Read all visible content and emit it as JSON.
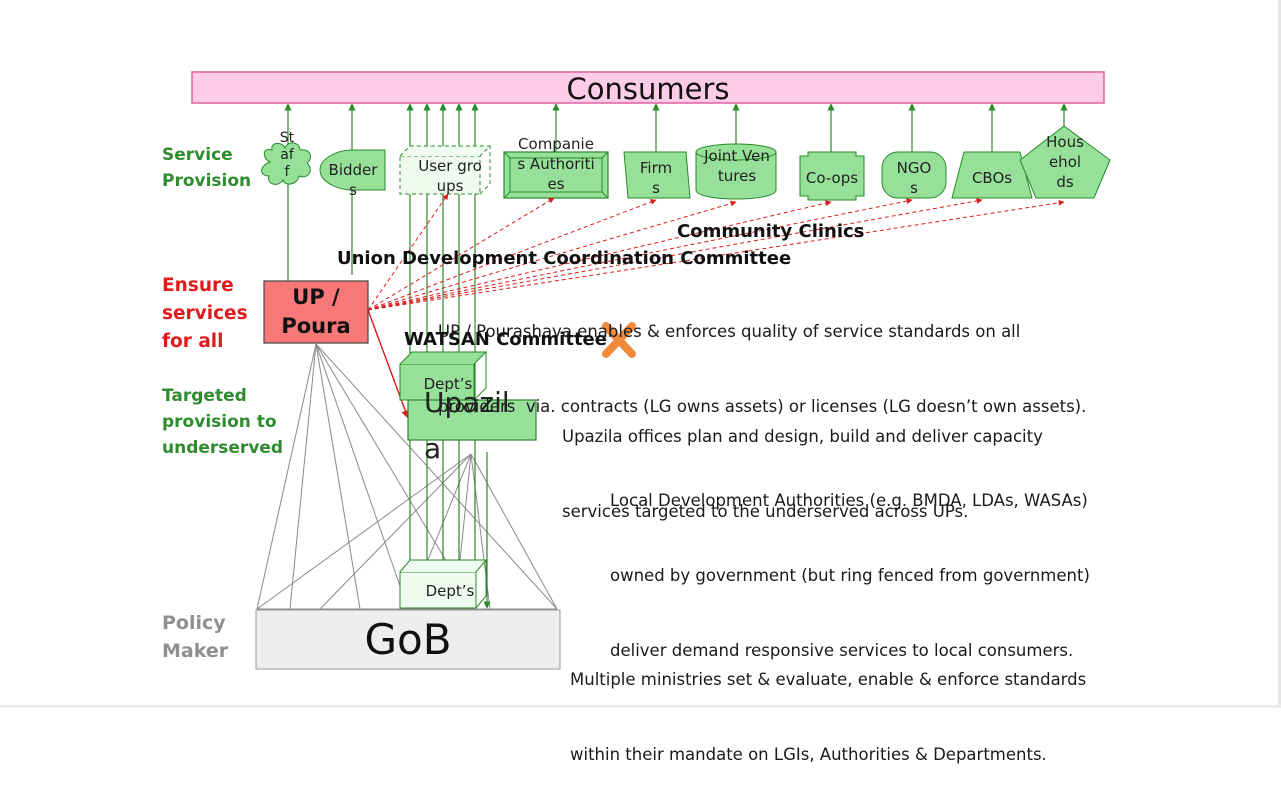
{
  "consumers": "Consumers",
  "service_labels": {
    "staff": "Staff",
    "bidders": "Bidders",
    "user_groups": "User groups",
    "companies": "Companies Authorities",
    "firms": "Firms",
    "joint_ventures": "Joint Ventures",
    "coops": "Co-ops",
    "ngos": "NGOs",
    "cbos": "CBOs",
    "households": "Households"
  },
  "side_labels": {
    "service_provision": [
      "Service",
      "Provision"
    ],
    "ensure": [
      "Ensure",
      "services",
      "for all"
    ],
    "targeted": [
      "Targeted",
      "provision to",
      "underserved"
    ],
    "policy": [
      "Policy",
      "Maker"
    ]
  },
  "community_clinics": "Community Clinics",
  "udcc": "Union Development Coordination Committee",
  "up_desc": [
    "UP / Pourashava enables & enforces quality of service standards on all",
    "providers  via. contracts (LG owns assets) or licenses (LG doesn’t own assets)."
  ],
  "watsan": "WATSAN Committee",
  "up_poura": [
    "UP /",
    "Poura"
  ],
  "upazila": "Upazila",
  "depts": "Dept’s",
  "upazila_desc": [
    "Upazila offices plan and design, build and deliver capacity",
    "services targeted to the underserved across UPs."
  ],
  "lda_desc": [
    "Local Development Authorities (e.g. BMDA, LDAs, WASAs)",
    "owned by government (but ring fenced from government)",
    "deliver demand responsive services to local consumers."
  ],
  "gob": "GoB",
  "gob_desc": [
    "Multiple ministries set & evaluate, enable & enforce standards",
    "within their mandate on LGIs, Authorities & Departments."
  ],
  "colors": {
    "consumer_fill": "#ffcce8",
    "consumer_border": "#e0609e",
    "green_fill": "#97e09a",
    "green_dark": "#2a8a2a",
    "up_fill": "#f87878",
    "red": "#e01b1b",
    "cross": "#f08a3a",
    "gob_fill": "#eeeeee",
    "gray_line": "#8a8a8a"
  }
}
